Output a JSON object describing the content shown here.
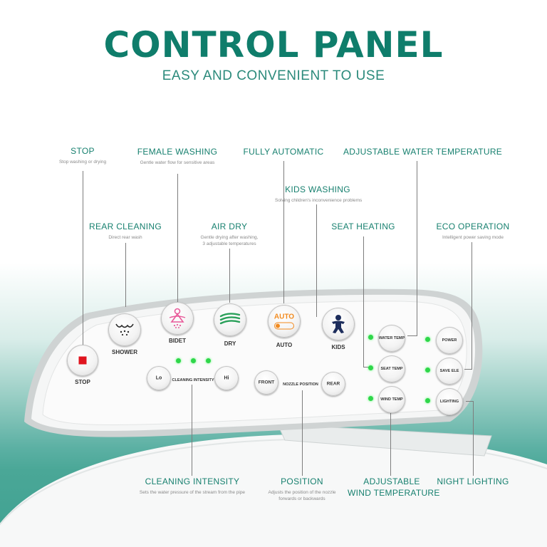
{
  "header": {
    "title": "CONTROL PANEL",
    "subtitle": "EASY AND CONVENIENT TO USE"
  },
  "callouts": {
    "stop": {
      "title": "STOP",
      "desc": "Stop washing or drying"
    },
    "female_washing": {
      "title": "FEMALE WASHING",
      "desc": "Gentle water flow for sensitive areas"
    },
    "fully_automatic": {
      "title": "FULLY AUTOMATIC"
    },
    "water_temperature": {
      "title": "ADJUSTABLE WATER TEMPERATURE"
    },
    "kids_washing": {
      "title": "KIDS WASHING",
      "desc": "Solving children's inconvenience problems"
    },
    "rear_cleaning": {
      "title": "REAR CLEANING",
      "desc": "Direct rear wash"
    },
    "air_dry": {
      "title": "AIR DRY",
      "desc_line1": "Gentle drying after washing,",
      "desc_line2": "3 adjustable temperatures"
    },
    "seat_heating": {
      "title": "SEAT HEATING"
    },
    "eco_operation": {
      "title": "ECO OPERATION",
      "desc": "Intelligent power saving mode"
    },
    "cleaning_intensity": {
      "title": "CLEANING INTENSITY",
      "desc": "Sets the water pressure of the stream from the pipe"
    },
    "position": {
      "title": "POSITION",
      "desc_line1": "Adjusts the position of the nozzle",
      "desc_line2": "forwards or backwards"
    },
    "wind_temperature": {
      "title_line1": "ADJUSTABLE",
      "title_line2": "WIND TEMPERATURE"
    },
    "night_lighting": {
      "title": "NIGHT LIGHTING"
    }
  },
  "panel": {
    "stop_label": "STOP",
    "shower_label": "SHOWER",
    "bidet_label": "BIDET",
    "dry_label": "DRY",
    "auto_icon_text": "AUTO",
    "auto_label": "AUTO",
    "kids_label": "KIDS",
    "lo_label": "Lo",
    "hi_label": "Hi",
    "cleaning_intensity_label": "CLEANING INTENSITY",
    "front_label": "FRONT",
    "rear_label": "REAR",
    "nozzle_position_label": "NOZZLE POSITION",
    "water_temp_label": "WATER TEMP",
    "seat_temp_label": "SEAT TEMP",
    "wind_temp_label": "WIND TEMP",
    "power_label": "POWER",
    "save_ele_label": "SAVE ELE",
    "lighting_label": "LIGHTING"
  },
  "colors": {
    "brand": "#0f7d6b",
    "stop_red": "#e0141e",
    "bidet_pink": "#e85a9a",
    "dry_green": "#2aa05a",
    "auto_orange": "#f28a1e",
    "kids_navy": "#1d2d5c",
    "led_green": "#2fd64a"
  }
}
